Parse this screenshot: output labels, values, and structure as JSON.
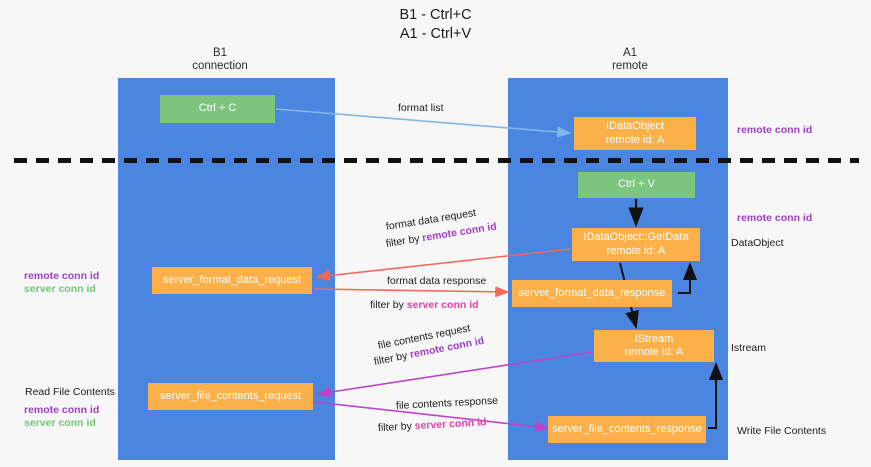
{
  "title": {
    "line1": "B1 - Ctrl+C",
    "line2": "A1 - Ctrl+V"
  },
  "columns": [
    {
      "name": "B1",
      "subtitle": "connection"
    },
    {
      "name": "A1",
      "subtitle": "remote"
    }
  ],
  "boxes": {
    "ctrl_c": "Ctrl + C",
    "idataobject_line1": "IDataObject",
    "idataobject_line2": "remote id: A",
    "ctrl_v": "Ctrl + V",
    "getdata_line1": "IDataObject::GetData",
    "getdata_line2": "remote id: A",
    "server_format_data_request": "server_format_data_request",
    "server_format_data_response": "server_format_data_response",
    "istream_line1": "IStream",
    "istream_line2": "remote id: A",
    "server_file_contents_request": "server_file_contents_request",
    "server_file_contents_response": "server_file_contents_response"
  },
  "arrow_labels": {
    "format_list": "format list",
    "format_data_request": "format data request",
    "format_data_request_filter_prefix": "filter by ",
    "format_data_request_filter_value": "remote conn id",
    "format_data_response": "format data response",
    "format_data_response_filter_prefix": "filter by ",
    "format_data_response_filter_value": "server conn id",
    "file_contents_request": "file contents request",
    "file_contents_request_filter_prefix": "filter by ",
    "file_contents_request_filter_value": "remote conn id",
    "file_contents_response": "file contents response",
    "file_contents_response_filter_prefix": "filter by ",
    "file_contents_response_filter_value": "server conn id"
  },
  "left_annotations": {
    "format_remote_conn_id": "remote conn id",
    "format_server_conn_id": "server conn id",
    "read_file_contents": "Read File Contents",
    "file_remote_conn_id": "remote conn id",
    "file_server_conn_id": "server conn id"
  },
  "right_annotations": {
    "top_remote_conn_id": "remote conn id",
    "mid_remote_conn_id": "remote conn id",
    "dataobject": "DataObject",
    "istream": "Istream",
    "write_file_contents": "Write File Contents"
  },
  "colors": {
    "lane": "#4a86e0",
    "green_box": "#7dc47f",
    "orange_box": "#fbb04a",
    "purple": "#a03fc6",
    "green_text": "#74c47a",
    "pink": "#e33fa8",
    "red_arrow": "#f4685c",
    "magenta_arrow": "#bb45c9",
    "blue_arrow": "#7fb8e8",
    "black_arrow": "#111111"
  }
}
